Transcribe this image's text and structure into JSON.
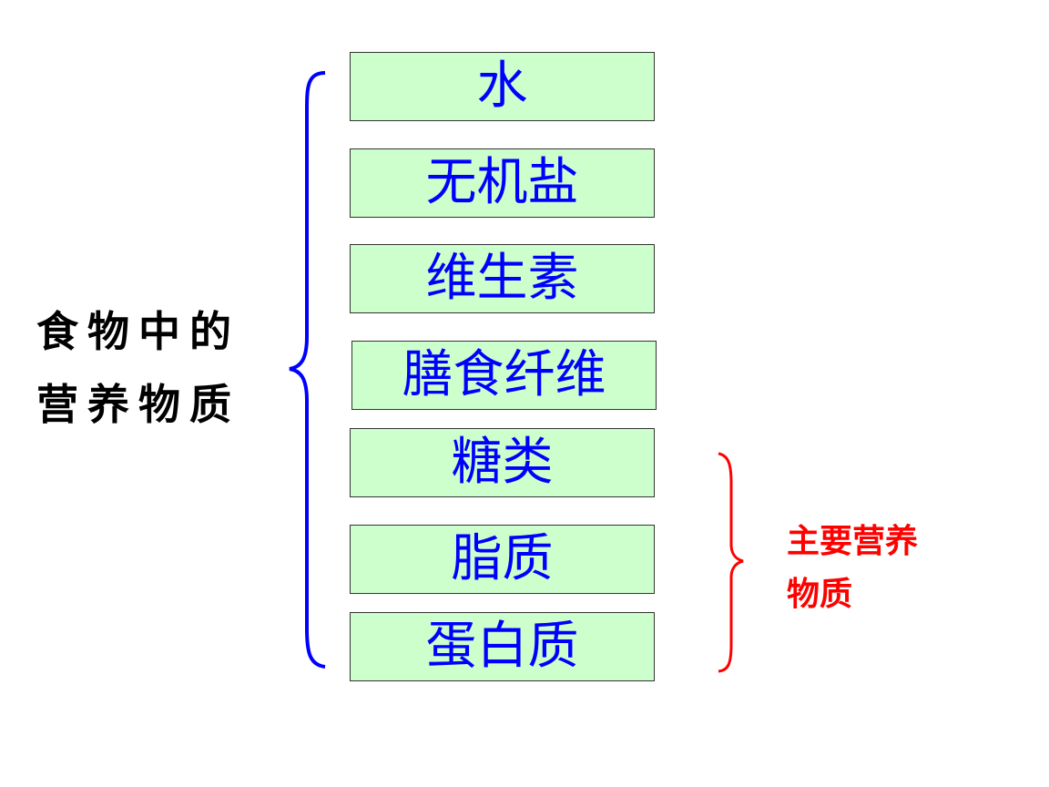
{
  "left_label": {
    "line1": "食物中的",
    "line2": "营养物质"
  },
  "boxes": [
    "水",
    "无机盐",
    "维生素",
    "膳食纤维",
    "糖类",
    "脂质",
    "蛋白质"
  ],
  "right_label": {
    "line1": "主要营养",
    "line2": "物质"
  },
  "colors": {
    "box_fill": "#ccffcc",
    "box_text": "#0000ff",
    "left_brace": "#0000ff",
    "right_brace": "#ff0000",
    "right_text": "#ff0000"
  }
}
